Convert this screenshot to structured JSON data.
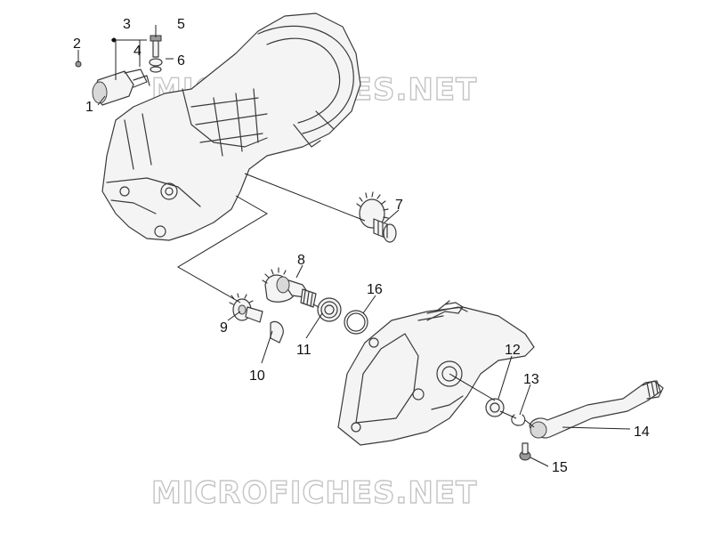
{
  "watermarks": {
    "top": "MICROFICHES.NET",
    "bottom": "MICROFICHES.NET"
  },
  "callouts": {
    "c1": "1",
    "c2": "2",
    "c3": "3",
    "c4": "4",
    "c5": "5",
    "c6": "6",
    "c7": "7",
    "c8": "8",
    "c9": "9",
    "c10": "10",
    "c11": "11",
    "c12": "12",
    "c13": "13",
    "c14": "14",
    "c15": "15",
    "c16": "16"
  },
  "colors": {
    "line": "#3a3a3a",
    "watermark_outline": "#c4c4c4",
    "background": "#ffffff"
  }
}
